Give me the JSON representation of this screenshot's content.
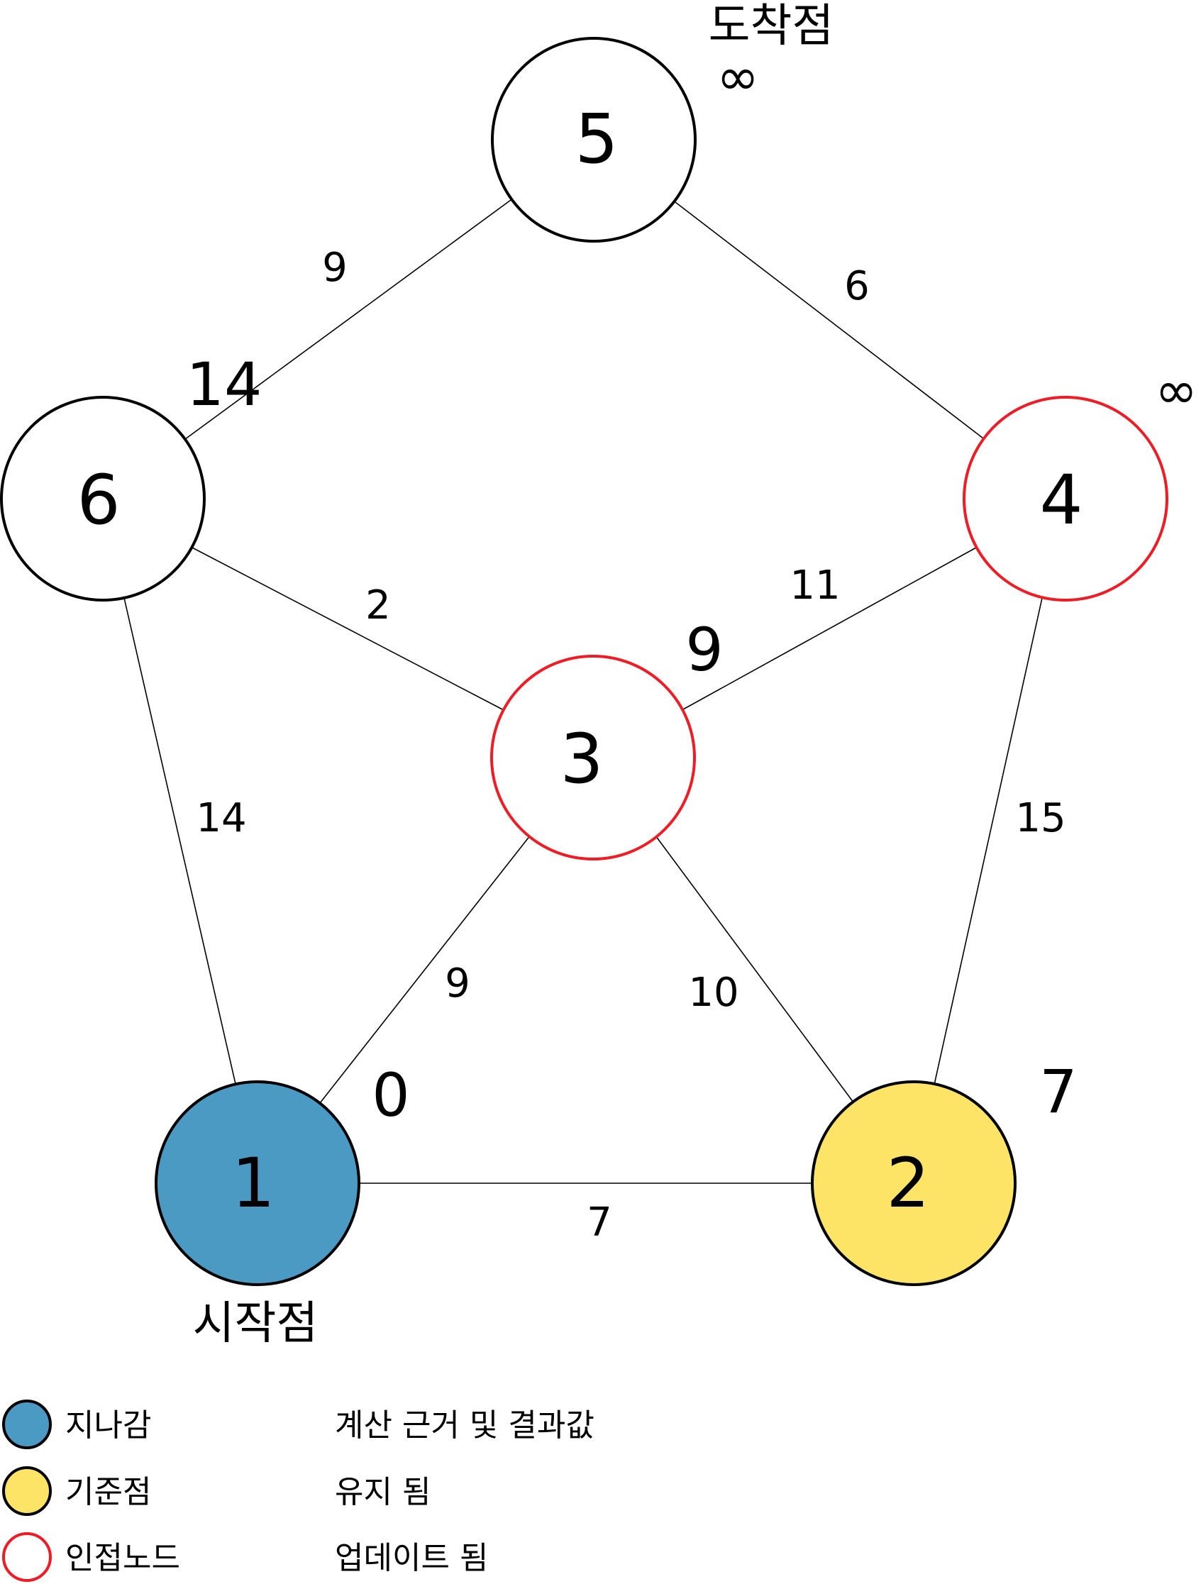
{
  "colors": {
    "visited": "#4a9ac4",
    "reference": "#fde466",
    "adjacent_stroke": "#ee1c25",
    "default_stroke": "#000000",
    "calc_text": "#4f8ea5",
    "kept_text": "#000000",
    "updated_text": "#ee1c25"
  },
  "nodes": [
    {
      "id": "1",
      "label": "1",
      "state": "visited"
    },
    {
      "id": "2",
      "label": "2",
      "state": "reference"
    },
    {
      "id": "3",
      "label": "3",
      "state": "adjacent"
    },
    {
      "id": "4",
      "label": "4",
      "state": "adjacent"
    },
    {
      "id": "5",
      "label": "5",
      "state": "default"
    },
    {
      "id": "6",
      "label": "6",
      "state": "default"
    }
  ],
  "edges": [
    {
      "from": "1",
      "to": "2",
      "weight": "7"
    },
    {
      "from": "1",
      "to": "3",
      "weight": "9"
    },
    {
      "from": "1",
      "to": "6",
      "weight": "14"
    },
    {
      "from": "2",
      "to": "3",
      "weight": "10"
    },
    {
      "from": "2",
      "to": "4",
      "weight": "15"
    },
    {
      "from": "3",
      "to": "4",
      "weight": "11"
    },
    {
      "from": "3",
      "to": "6",
      "weight": "2"
    },
    {
      "from": "4",
      "to": "5",
      "weight": "6"
    },
    {
      "from": "5",
      "to": "6",
      "weight": "9"
    }
  ],
  "distances": {
    "1": "0",
    "2": "7",
    "3": "9",
    "4": "∞",
    "5": "∞",
    "6": "14"
  },
  "captions": {
    "start": "시작점",
    "end": "도착점"
  },
  "legend": {
    "visited": "지나감",
    "reference": "기준점",
    "adjacent": "인접노드",
    "calc": "계산 근거 및 결과값",
    "kept": "유지 됨",
    "updated": "업데이트 됨"
  }
}
